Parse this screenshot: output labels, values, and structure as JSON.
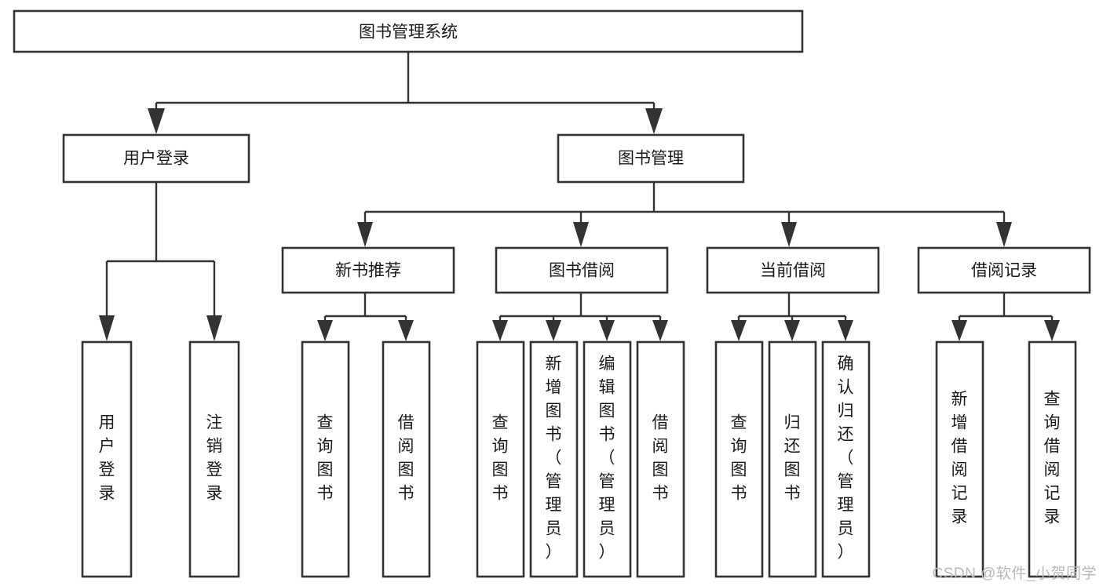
{
  "diagram": {
    "title": "图书管理系统",
    "type": "tree-hierarchy",
    "watermark": "CSDN @软件_小贺同学",
    "colors": {
      "box_stroke": "#333333",
      "box_fill": "#ffffff",
      "text": "#1a1a1a",
      "watermark": "#b9b9b9"
    },
    "levels": {
      "root": {
        "label": "图书管理系统"
      },
      "level2": [
        {
          "id": "user-login",
          "label": "用户登录"
        },
        {
          "id": "book-manage",
          "label": "图书管理"
        }
      ],
      "level3": [
        {
          "id": "new-book-recommend",
          "label": "新书推荐"
        },
        {
          "id": "book-borrow",
          "label": "图书借阅"
        },
        {
          "id": "current-borrow",
          "label": "当前借阅"
        },
        {
          "id": "borrow-record",
          "label": "借阅记录"
        }
      ],
      "leaves": {
        "user_login": [
          {
            "id": "leaf-user-login",
            "label": "用户登录"
          },
          {
            "id": "leaf-logout-login",
            "label": "注销登录"
          }
        ],
        "new_book_recommend": [
          {
            "id": "leaf-query-book-1",
            "label": "查询图书"
          },
          {
            "id": "leaf-borrow-book-1",
            "label": "借阅图书"
          }
        ],
        "book_borrow": [
          {
            "id": "leaf-query-book-2",
            "label": "查询图书"
          },
          {
            "id": "leaf-add-book",
            "label": "新增图书（管理员）"
          },
          {
            "id": "leaf-edit-book",
            "label": "编辑图书（管理员）"
          },
          {
            "id": "leaf-borrow-book-2",
            "label": "借阅图书"
          }
        ],
        "current_borrow": [
          {
            "id": "leaf-query-book-3",
            "label": "查询图书"
          },
          {
            "id": "leaf-return-book",
            "label": "归还图书"
          },
          {
            "id": "leaf-confirm-return",
            "label": "确认归还（管理员）"
          }
        ],
        "borrow_record": [
          {
            "id": "leaf-add-record",
            "label": "新增借阅记录"
          },
          {
            "id": "leaf-query-record",
            "label": "查询借阅记录"
          }
        ]
      }
    }
  }
}
